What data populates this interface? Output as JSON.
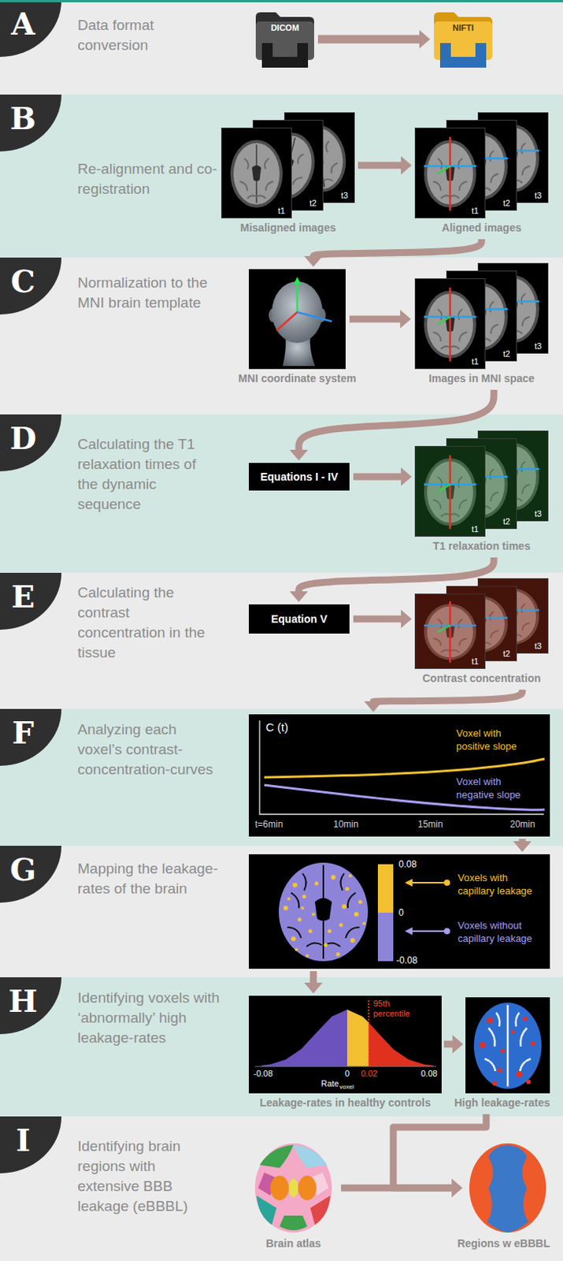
{
  "diagram": {
    "nodes": [
      {
        "text": [
          "A",
          "Data format conversion"
        ]
      },
      {
        "text": [
          "DICOM"
        ],
        "in": 0
      },
      {
        "text": [
          "NIFTI"
        ],
        "in": 0
      },
      {
        "text": [
          "B",
          "Re-alignment and co-registration"
        ]
      },
      {
        "text": [
          "t1",
          "t2",
          "t3",
          "Misaligned images"
        ],
        "in": 3
      },
      {
        "text": [
          "t1",
          "t2",
          "t3",
          "Aligned images"
        ],
        "in": 3
      },
      {
        "text": [
          "C",
          "Normalization to the MNI brain template"
        ]
      },
      {
        "text": [
          "MNI coordinate system"
        ],
        "in": 6
      },
      {
        "text": [
          "t1",
          "t2",
          "t3",
          "Images in MNI space"
        ],
        "in": 6
      },
      {
        "text": [
          "D",
          "Calculating the T1 relaxation times of the dynamic sequence"
        ]
      },
      {
        "text": [
          "Equations I - IV"
        ],
        "in": 9
      },
      {
        "text": [
          "t1",
          "t2",
          "t3",
          "T1 relaxation times"
        ],
        "in": 9
      },
      {
        "text": [
          "E",
          "Calculating the contrast concentration in the tissue"
        ]
      },
      {
        "text": [
          "Equation V"
        ],
        "in": 12
      },
      {
        "text": [
          "t1",
          "t2",
          "t3",
          "Contrast concentration"
        ],
        "in": 12
      },
      {
        "text": [
          "F",
          "Analyzing each voxel’s contrast-concentration-curves"
        ]
      },
      {
        "text": [
          "C (t)",
          "Voxel with positive slope",
          "Voxel with negative slope",
          "t=6min",
          "10min",
          "15min",
          "20min"
        ],
        "in": 15
      },
      {
        "text": [
          "G",
          "Mapping the leakage-rates of the brain"
        ]
      },
      {
        "text": [
          "0.08",
          "0",
          "-0.08",
          "Voxels with capillary leakage",
          "Voxels without capillary leakage"
        ],
        "in": 17
      },
      {
        "text": [
          "H",
          "Identifying voxels with ‘abnormally’ high leakage-rates"
        ]
      },
      {
        "text": [
          "95th percentile",
          "-0.08",
          "0",
          "0.02",
          "0.08",
          "Rate",
          "voxel",
          "Leakage-rates in healthy controls"
        ],
        "in": 19
      },
      {
        "text": [
          "High leakage-rates"
        ],
        "in": 19
      },
      {
        "text": [
          "I",
          "Identifying brain regions with extensive BBB leakage (eBBBL)"
        ]
      },
      {
        "text": [
          "Brain atlas"
        ],
        "in": 22
      },
      {
        "text": [
          "Regions w eBBBL"
        ],
        "in": 22
      }
    ],
    "edges": [
      {
        "from": 1,
        "to": 2,
        "arrow": "to"
      },
      {
        "from": 4,
        "to": 5,
        "arrow": "to"
      },
      {
        "from": 5,
        "to": 7,
        "arrow": "to"
      },
      {
        "from": 7,
        "to": 8,
        "arrow": "to"
      },
      {
        "from": 8,
        "to": 10,
        "arrow": "to"
      },
      {
        "from": 10,
        "to": 11,
        "arrow": "to"
      },
      {
        "from": 11,
        "to": 13,
        "arrow": "to"
      },
      {
        "from": 13,
        "to": 14,
        "arrow": "to"
      },
      {
        "from": 14,
        "to": 16,
        "arrow": "to"
      },
      {
        "from": 16,
        "to": 18,
        "arrow": "to"
      },
      {
        "from": 18,
        "to": 20,
        "arrow": "to"
      },
      {
        "from": 20,
        "to": 21,
        "arrow": "to"
      },
      {
        "from": 21,
        "to": 24,
        "arrow": "to"
      },
      {
        "from": 23,
        "to": 24,
        "arrow": "to"
      }
    ]
  }
}
